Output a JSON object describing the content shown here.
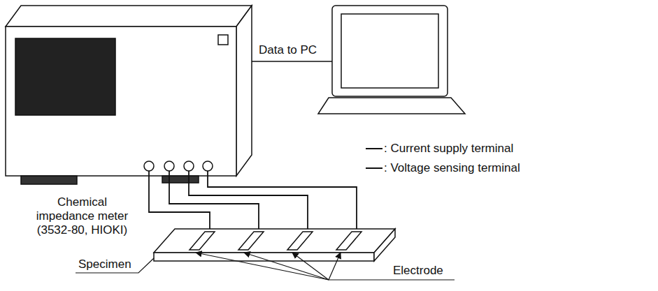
{
  "diagram": {
    "labels": [
      "Data to PC",
      "Chemical impedance meter (3532-80, HIOKI)",
      "Specimen",
      "Electrode"
    ],
    "legend": [
      {
        "text": ": Current supply terminal"
      },
      {
        "text": ": Voltage sensing terminal"
      }
    ]
  }
}
